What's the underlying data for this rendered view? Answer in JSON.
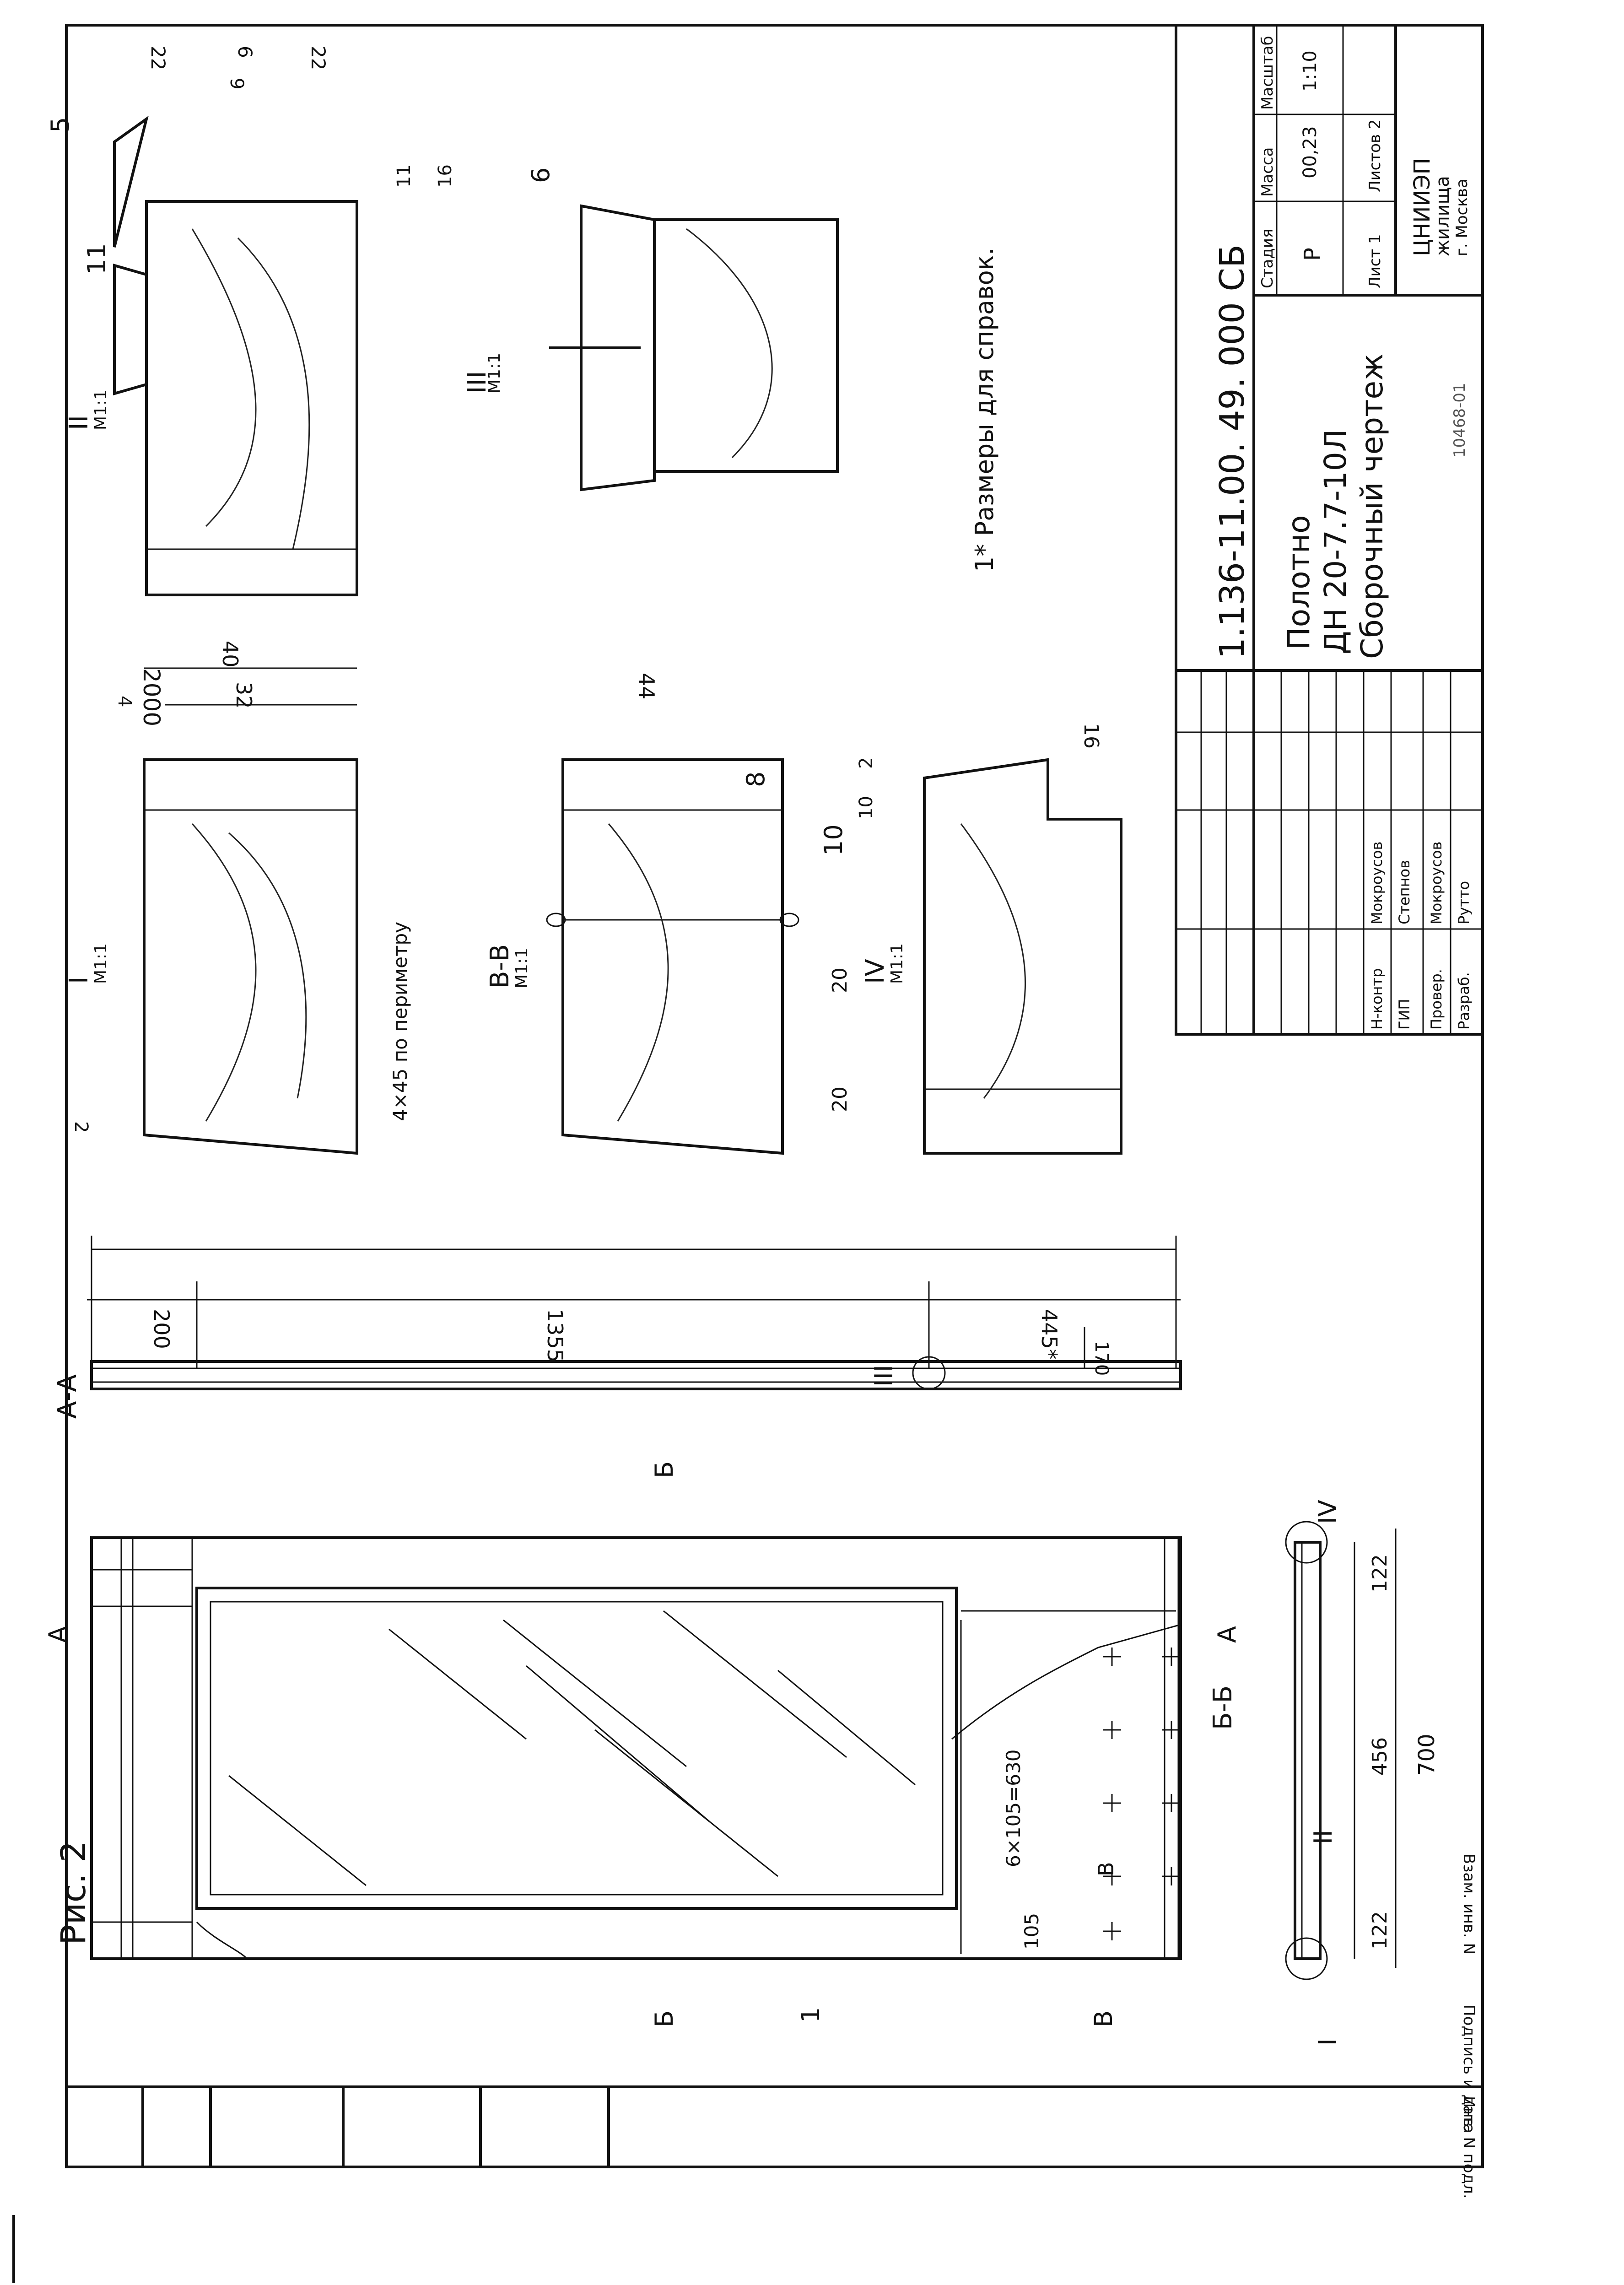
{
  "figure_label": "Рис. 2",
  "title_block": {
    "document_code": "1.136-11.00. 49. 000 СБ",
    "name_line1": "Полотно",
    "name_line2": "ДН 20-7.7-10Л",
    "name_line3": "Сборочный чертеж",
    "stage_header": "Стадия",
    "mass_header": "Масса",
    "scale_header": "Масштаб",
    "stage_value": "Р",
    "mass_value": "00,23",
    "scale_value": "1:10",
    "sheet_label": "Лист 1",
    "sheets_label": "Листов 2",
    "org_line1": "ЦНИИЭП",
    "org_line2": "жилища",
    "org_line3": "г. Москва",
    "roles": [
      {
        "role": "Н-контр",
        "name": "Мокроусов"
      },
      {
        "role": "ГИП",
        "name": "Степнов"
      },
      {
        "role": "Провер.",
        "name": "Мокроусов"
      },
      {
        "role": "Разраб.",
        "name": "Рутто"
      }
    ]
  },
  "stamp_side": {
    "inv_label": "Инв. N подл.",
    "sign_label": "Подпись и дата",
    "replace_label": "Взам. инв. N"
  },
  "note": "1* Размеры для справок.",
  "views": {
    "aa_title": "А-А",
    "bb_title": "Б-Б",
    "det1_title": "I",
    "det2_title": "II",
    "det3_title": "III",
    "det4_title": "IV",
    "vv_title": "В-В",
    "scale_11": "М1:1"
  },
  "cut_marks": {
    "a_top": "А",
    "a_bottom": "А",
    "b_top": "Б",
    "b_bottom": "Б",
    "v": "В",
    "v_inner": "В"
  },
  "callouts": {
    "c1": "1",
    "c5": "5",
    "c6": "6",
    "c8": "8",
    "c10": "10",
    "c11": "11",
    "r1": "I",
    "r2": "II",
    "r3": "III",
    "r4": "IV"
  },
  "dimensions": {
    "aa_total": "2000",
    "aa_top": "200",
    "aa_mid": "1355",
    "aa_bottom": "445*",
    "aa_bottom_small": "170",
    "bb_total": "700",
    "bb_left": "122",
    "bb_mid": "456",
    "bb_right": "122",
    "pitch": "6×105=630",
    "pitch_one": "105",
    "det1_40": "40",
    "det1_32": "32",
    "det1_4": "4",
    "det1_2": "2",
    "det1_chamfer": "4×45 по периметру",
    "det2_22a": "22",
    "det2_6": "6",
    "det2_22b": "22",
    "det2_9": "9",
    "det2_11": "11",
    "det2_16": "16",
    "vv_44": "44",
    "vv_20a": "20",
    "vv_20b": "20",
    "det4_16": "16",
    "det4_10": "10",
    "det4_2": "2"
  },
  "handwritten_side": "10468-01"
}
